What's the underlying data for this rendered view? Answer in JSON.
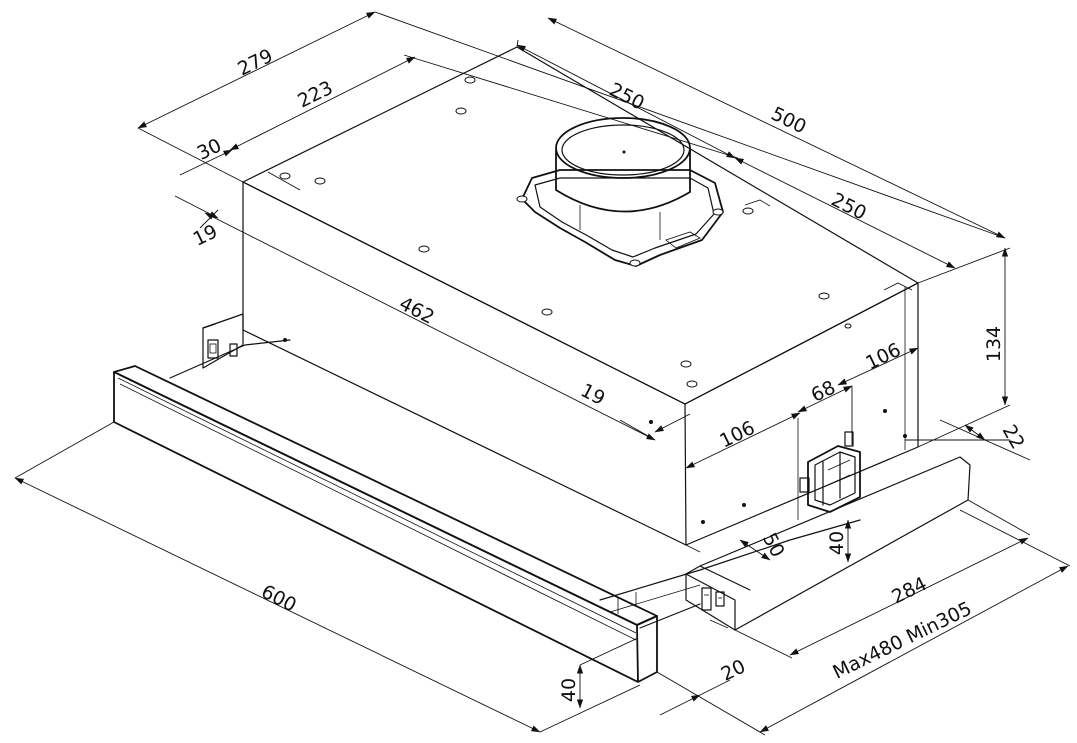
{
  "drawing": {
    "dimensions": {
      "d279": "279",
      "d223": "223",
      "d30": "30",
      "d19_left": "19",
      "d250_top": "250",
      "d500": "500",
      "d250_right": "250",
      "d462": "462",
      "d19_front": "19",
      "d134": "134",
      "d106_front": "106",
      "d68": "68",
      "d106_side": "106",
      "d22": "22",
      "d50": "50",
      "d40_side": "40",
      "d284": "284",
      "d600": "600",
      "d40_front": "40",
      "d20": "20",
      "d_extension": "Max480 Min305"
    },
    "colors": {
      "line": "#111111",
      "background": "#ffffff"
    }
  }
}
